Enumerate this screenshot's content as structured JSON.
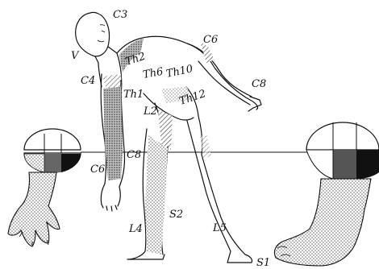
{
  "figure": {
    "labels": {
      "c3": "C3",
      "c4": "C4",
      "c6_shoulder": "C6",
      "c6_forearm": "C6",
      "c8_hand": "C8",
      "c8_midline": "C8",
      "th1": "Th1",
      "th2": "Th2",
      "th6": "Th6",
      "th10": "Th10",
      "th12": "Th12",
      "l2": "L2",
      "l4": "L4",
      "l5": "L5",
      "s1": "S1",
      "s2": "S2",
      "v": "V"
    },
    "colors": {
      "ink": "#111111",
      "shade_light": "#d6d6d6",
      "shade_medium": "#9a9a9a",
      "shade_dark": "#555555",
      "background": "#ffffff"
    }
  }
}
